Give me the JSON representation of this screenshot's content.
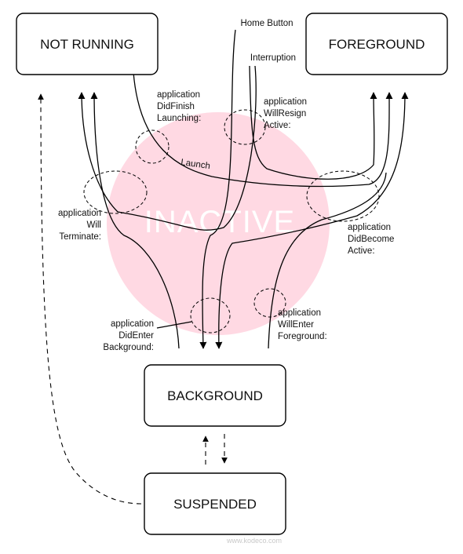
{
  "states": {
    "not_running": "NOT RUNNING",
    "foreground": "FOREGROUND",
    "background": "BACKGROUND",
    "suspended": "SUSPENDED"
  },
  "inactive_label": "INACTIVE",
  "transition_labels": {
    "home_button": "Home Button",
    "interruption": "Interruption",
    "launch": "Launch"
  },
  "callouts": {
    "did_finish_launching": [
      "application",
      "DidFinish",
      "Launching:"
    ],
    "will_resign_active": [
      "application",
      "WillResign",
      "Active:"
    ],
    "will_terminate": [
      "application",
      "Will",
      "Terminate:"
    ],
    "did_become_active": [
      "application",
      "DidBecome",
      "Active:"
    ],
    "did_enter_background": [
      "application",
      "DidEnter",
      "Background:"
    ],
    "will_enter_foreground": [
      "application",
      "WillEnter",
      "Foreground:"
    ]
  },
  "watermark": "www.kodeco.com",
  "colors": {
    "inactive_zone": "#ffd9e3",
    "line": "#000000",
    "box_fill": "#ffffff"
  }
}
